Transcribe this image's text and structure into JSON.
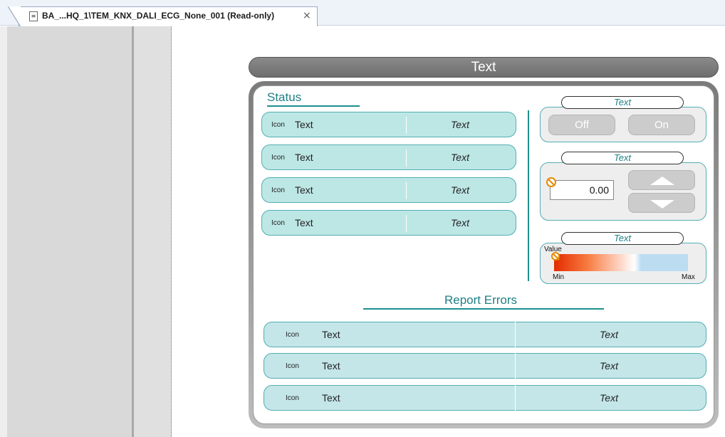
{
  "tab": {
    "icon": "document-icon",
    "title": "BA_...HQ_1\\TEM_KNX_DALI_ECG_None_001 (Read-only)",
    "close": "×"
  },
  "header": {
    "title": "Text"
  },
  "status": {
    "title": "Status",
    "rows": [
      {
        "icon": "Icon",
        "label": "Text",
        "value": "Text"
      },
      {
        "icon": "Icon",
        "label": "Text",
        "value": "Text"
      },
      {
        "icon": "Icon",
        "label": "Text",
        "value": "Text"
      },
      {
        "icon": "Icon",
        "label": "Text",
        "value": "Text"
      }
    ]
  },
  "switch_widget": {
    "label": "Text",
    "off_label": "Off",
    "on_label": "On"
  },
  "numeric_widget": {
    "label": "Text",
    "value": "0.00"
  },
  "range_widget": {
    "label": "Text",
    "value_label": "Value",
    "min_label": "Min",
    "max_label": "Max"
  },
  "errors": {
    "title": "Report Errors",
    "rows": [
      {
        "icon": "Icon",
        "label": "Text",
        "value": "Text"
      },
      {
        "icon": "Icon",
        "label": "Text",
        "value": "Text"
      },
      {
        "icon": "Icon",
        "label": "Text",
        "value": "Text"
      }
    ]
  },
  "colors": {
    "accent": "#1e8f8e",
    "row_fill": "#bde7e5",
    "header_bar": "#7a7a7a",
    "range_low": "#e32b00",
    "range_high": "#bcdcf2"
  }
}
